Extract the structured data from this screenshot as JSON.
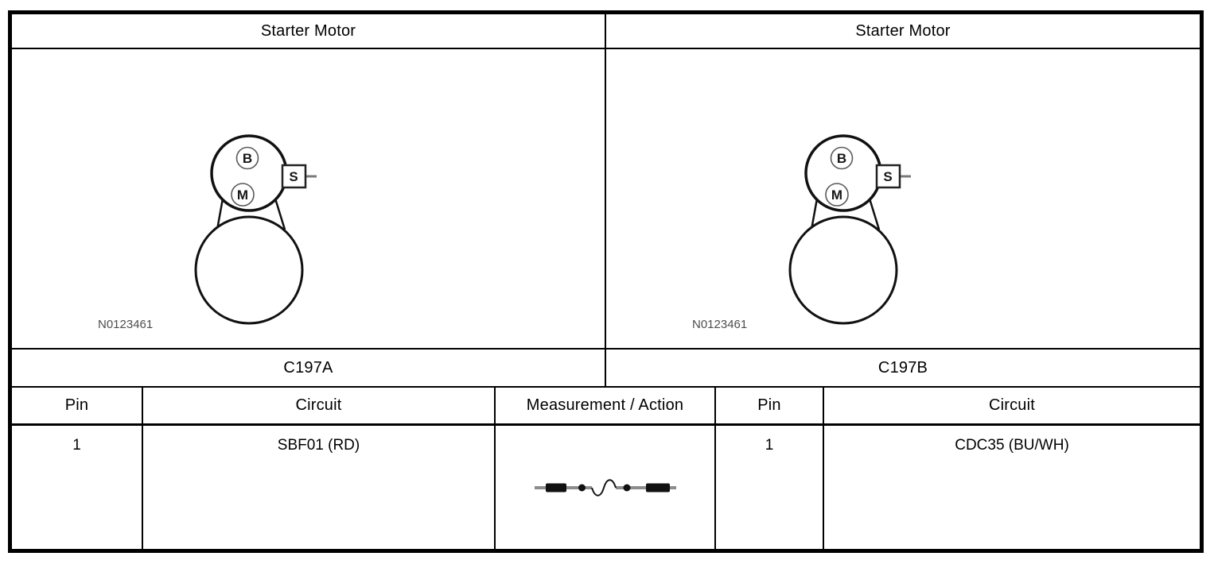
{
  "panels": [
    {
      "title": "Starter Motor",
      "connector": "C197A",
      "figure_id": "N0123461",
      "terminals": {
        "b": "B",
        "m": "M",
        "s": "S"
      },
      "pin_header": "Pin",
      "circuit_header": "Circuit",
      "row": {
        "pin": "1",
        "circuit": "SBF01 (RD)"
      }
    },
    {
      "title": "Starter Motor",
      "connector": "C197B",
      "figure_id": "N0123461",
      "terminals": {
        "b": "B",
        "m": "M",
        "s": "S"
      },
      "pin_header": "Pin",
      "circuit_header": "Circuit",
      "row": {
        "pin": "1",
        "circuit": "CDC35 (BU/WH)"
      }
    }
  ],
  "measurement_header": "Measurement / Action",
  "measurement_symbol": "resistance-check-wire-symbol",
  "colors": {
    "border": "#000000",
    "wire_gray": "#8c8c8c",
    "figure_id_gray": "#4d4d4d"
  }
}
